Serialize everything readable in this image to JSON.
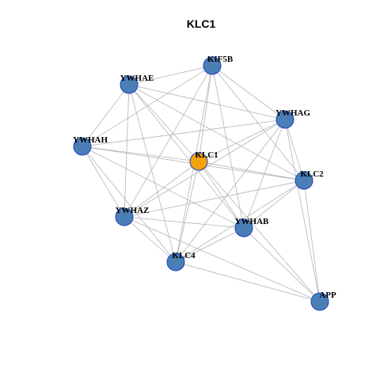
{
  "title": "KLC1",
  "colors": {
    "node_fill": "#4a7fb5",
    "center_fill": "#f5a30a",
    "node_stroke": "#1f3fbf",
    "edge": "#b5b5b5"
  },
  "nodes": [
    {
      "id": "KIF5B",
      "label": "KIF5B",
      "center": false
    },
    {
      "id": "YWHAE",
      "label": "YWHAE",
      "center": false
    },
    {
      "id": "YWHAG",
      "label": "YWHAG",
      "center": false
    },
    {
      "id": "YWHAH",
      "label": "YWHAH",
      "center": false
    },
    {
      "id": "KLC1",
      "label": "KLC1",
      "center": true
    },
    {
      "id": "KLC2",
      "label": "KLC2",
      "center": false
    },
    {
      "id": "YWHAZ",
      "label": "YWHAZ",
      "center": false
    },
    {
      "id": "YWHAB",
      "label": "YWHAB",
      "center": false
    },
    {
      "id": "KLC4",
      "label": "KLC4",
      "center": false
    },
    {
      "id": "APP",
      "label": "APP",
      "center": false
    }
  ],
  "edges": [
    [
      "KIF5B",
      "YWHAE"
    ],
    [
      "KIF5B",
      "YWHAG"
    ],
    [
      "KIF5B",
      "YWHAH"
    ],
    [
      "KIF5B",
      "KLC1"
    ],
    [
      "KIF5B",
      "KLC2"
    ],
    [
      "KIF5B",
      "YWHAZ"
    ],
    [
      "KIF5B",
      "YWHAB"
    ],
    [
      "KIF5B",
      "KLC4"
    ],
    [
      "YWHAE",
      "YWHAG"
    ],
    [
      "YWHAE",
      "YWHAH"
    ],
    [
      "YWHAE",
      "KLC1"
    ],
    [
      "YWHAE",
      "KLC2"
    ],
    [
      "YWHAE",
      "YWHAZ"
    ],
    [
      "YWHAE",
      "YWHAB"
    ],
    [
      "YWHAE",
      "KLC4"
    ],
    [
      "YWHAG",
      "YWHAH"
    ],
    [
      "YWHAG",
      "KLC1"
    ],
    [
      "YWHAG",
      "KLC2"
    ],
    [
      "YWHAG",
      "YWHAZ"
    ],
    [
      "YWHAG",
      "YWHAB"
    ],
    [
      "YWHAG",
      "KLC4"
    ],
    [
      "YWHAG",
      "APP"
    ],
    [
      "YWHAH",
      "KLC1"
    ],
    [
      "YWHAH",
      "KLC2"
    ],
    [
      "YWHAH",
      "YWHAZ"
    ],
    [
      "YWHAH",
      "YWHAB"
    ],
    [
      "YWHAH",
      "KLC4"
    ],
    [
      "KLC1",
      "KLC2"
    ],
    [
      "KLC1",
      "YWHAZ"
    ],
    [
      "KLC1",
      "YWHAB"
    ],
    [
      "KLC1",
      "KLC4"
    ],
    [
      "KLC1",
      "APP"
    ],
    [
      "KLC2",
      "YWHAZ"
    ],
    [
      "KLC2",
      "YWHAB"
    ],
    [
      "KLC2",
      "KLC4"
    ],
    [
      "KLC2",
      "APP"
    ],
    [
      "YWHAZ",
      "YWHAB"
    ],
    [
      "YWHAZ",
      "KLC4"
    ],
    [
      "YWHAZ",
      "APP"
    ],
    [
      "YWHAB",
      "KLC4"
    ],
    [
      "YWHAB",
      "APP"
    ],
    [
      "KLC4",
      "APP"
    ]
  ]
}
